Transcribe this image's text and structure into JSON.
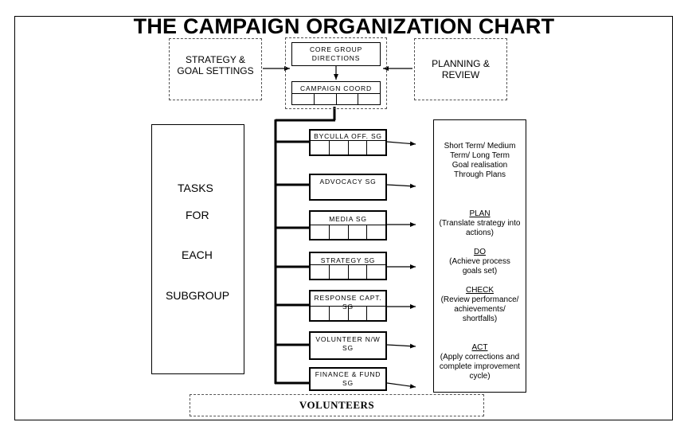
{
  "title": "THE CAMPAIGN ORGANIZATION CHART",
  "top": {
    "strategy": [
      "STRATEGY &",
      "GOAL SETTINGS"
    ],
    "core": [
      "CORE GROUP",
      "DIRECTIONS"
    ],
    "planning": [
      "PLANNING &",
      "REVIEW"
    ],
    "coord": "CAMPAIGN COORD"
  },
  "tasks": [
    "TASKS",
    "FOR",
    "EACH",
    "SUBGROUP"
  ],
  "subgroups": [
    {
      "line1": "BYCULLA OFF. SG",
      "line2": ""
    },
    {
      "line1": "ADVOCACY SG",
      "line2": ""
    },
    {
      "line1": "MEDIA SG",
      "line2": ""
    },
    {
      "line1": "STRATEGY SG",
      "line2": ""
    },
    {
      "line1": "RESPONSE CAPT.",
      "line2": "SG"
    },
    {
      "line1": "VOLUNTEER N/W",
      "line2": "SG"
    },
    {
      "line1": "FINANCE & FUND",
      "line2": "SG"
    }
  ],
  "notes": {
    "goal": [
      "Short Term/ Medium",
      "Term/ Long Term",
      "Goal realisation",
      "Through Plans"
    ],
    "plan": {
      "head": "PLAN",
      "lines": [
        "(Translate strategy into",
        "actions)"
      ]
    },
    "do": {
      "head": "DO",
      "lines": [
        "(Achieve process",
        "goals set)"
      ]
    },
    "check": {
      "head": "CHECK",
      "lines": [
        "(Review performance/",
        "achievements/",
        "shortfalls)"
      ]
    },
    "act": {
      "head": "ACT",
      "lines": [
        "(Apply corrections and",
        "complete improvement",
        "cycle)"
      ]
    }
  },
  "volunteers": "VOLUNTEERS"
}
